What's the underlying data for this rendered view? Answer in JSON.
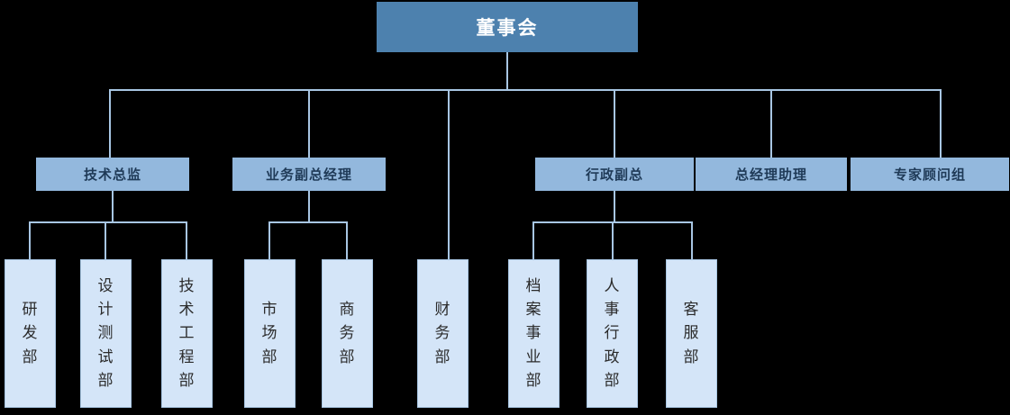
{
  "diagram": {
    "type": "organization-chart",
    "title_node": "董事会",
    "colors": {
      "background": "#000000",
      "root_fill": "#4d81ae",
      "root_text": "#ffffff",
      "level2_fill": "#93b8dd",
      "level2_text": "#1f3a57",
      "level3_fill": "#d4e5f8",
      "level3_border": "#a8c6e3",
      "level3_text": "#2b2b2b",
      "connector": "#a8c6e3"
    }
  },
  "root": {
    "label": "董事会"
  },
  "level2": [
    {
      "label": "技术总监"
    },
    {
      "label": "业务副总经理"
    },
    {
      "label": "行政副总"
    },
    {
      "label": "总经理助理"
    },
    {
      "label": "专家顾问组"
    }
  ],
  "level3": [
    {
      "label": "研发部",
      "chars": [
        "研",
        "发",
        "部"
      ],
      "parent": "技术总监"
    },
    {
      "label": "设计测试部",
      "chars": [
        "设",
        "计",
        "测",
        "试",
        "部"
      ],
      "parent": "技术总监"
    },
    {
      "label": "技术工程部",
      "chars": [
        "技",
        "术",
        "工",
        "程",
        "部"
      ],
      "parent": "技术总监"
    },
    {
      "label": "市场部",
      "chars": [
        "市",
        "场",
        "部"
      ],
      "parent": "业务副总经理"
    },
    {
      "label": "商务部",
      "chars": [
        "商",
        "务",
        "部"
      ],
      "parent": "业务副总经理"
    },
    {
      "label": "财务部",
      "chars": [
        "财",
        "务",
        "部"
      ],
      "parent": "董事会"
    },
    {
      "label": "档案事业部",
      "chars": [
        "档",
        "案",
        "事",
        "业",
        "部"
      ],
      "parent": "行政副总"
    },
    {
      "label": "人事行政部",
      "chars": [
        "人",
        "事",
        "行",
        "政",
        "部"
      ],
      "parent": "行政副总"
    },
    {
      "label": "客服部",
      "chars": [
        "客",
        "服",
        "部"
      ],
      "parent": "行政副总"
    }
  ]
}
